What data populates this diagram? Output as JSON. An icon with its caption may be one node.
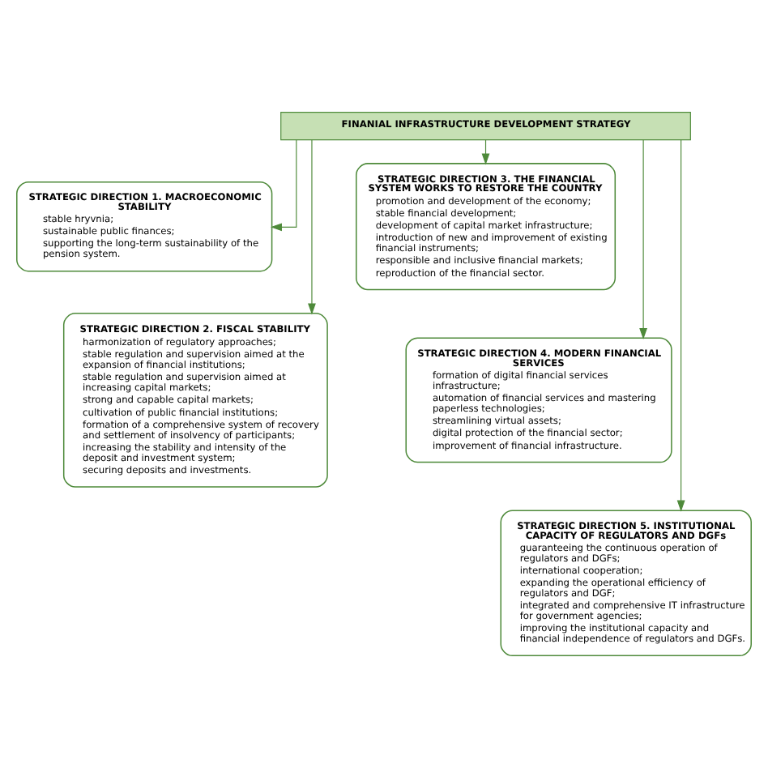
{
  "diagram": {
    "nodes": [
      {
        "text": [
          "FINANIAL INFRASTRUCTURE DEVELOPMENT STRATEGY"
        ]
      },
      {
        "text": [
          "STRATEGIC DIRECTION 1. MACROECONOMIC STABILITY",
          "stable hryvnia;",
          "sustainable public finances;",
          "supporting the long-term sustainability of the pension system."
        ]
      },
      {
        "text": [
          "STRATEGIC DIRECTION 2. FISCAL STABILITY",
          "harmonization of regulatory approaches;",
          "stable regulation and supervision aimed at the expansion of financial institutions;",
          "stable regulation and supervision aimed at increasing capital markets;",
          "strong and capable capital markets;",
          "cultivation of public financial institutions;",
          "formation of a comprehensive system of recovery and settlement of insolvency of participants;",
          "increasing the stability and intensity of the deposit and investment system;",
          "securing deposits and investments."
        ]
      },
      {
        "text": [
          "STRATEGIC DIRECTION 3. THE FINANCIAL SYSTEM WORKS TO RESTORE THE COUNTRY",
          "promotion and development of the economy;",
          "stable financial development;",
          "development of capital market infrastructure;",
          "introduction of new and improvement of existing financial instruments;",
          "responsible and inclusive financial markets;",
          "reproduction of the financial sector."
        ]
      },
      {
        "text": [
          "STRATEGIC DIRECTION 4. MODERN FINANCIAL SERVICES",
          "formation of digital financial services infrastructure;",
          "automation of financial services and mastering paperless technologies;",
          "streamlining virtual assets;",
          "digital protection of the financial sector;",
          "improvement of financial infrastructure."
        ]
      },
      {
        "text": [
          "STRATEGIC DIRECTION 5. INSTITUTIONAL CAPACITY OF REGULATORS AND DGFs",
          "guaranteeing the continuous operation of regulators and DGFs;",
          "international cooperation;",
          "expanding the operational efficiency of regulators and DGF;",
          "integrated and comprehensive IT infrastructure for government agencies;",
          "improving the institutional capacity and financial independence of regulators and DGFs."
        ]
      }
    ],
    "edges": [
      {
        "from": 0,
        "to": 1,
        "arrow": "to"
      },
      {
        "from": 0,
        "to": 2,
        "arrow": "to"
      },
      {
        "from": 0,
        "to": 3,
        "arrow": "to"
      },
      {
        "from": 0,
        "to": 4,
        "arrow": "to"
      },
      {
        "from": 0,
        "to": 5,
        "arrow": "to"
      }
    ]
  }
}
